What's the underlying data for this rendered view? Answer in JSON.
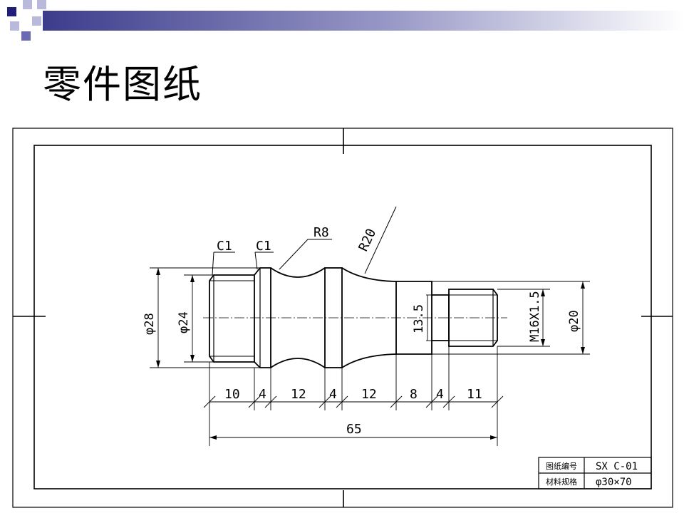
{
  "slide": {
    "title": "零件图纸"
  },
  "drawing": {
    "chamfer_left": "C1",
    "chamfer_right": "C1",
    "radius_small": "R8",
    "radius_large": "R20",
    "dia_outer": "φ28",
    "dia_thread_left": "φ24",
    "dia_neck": "13.5",
    "thread_spec": "M16X1.5",
    "dia_right": "φ20",
    "segments": [
      "10",
      "4",
      "12",
      "4",
      "12",
      "8",
      "4",
      "11"
    ],
    "total_length": "65"
  },
  "title_block": {
    "drawing_no_label": "图纸编号",
    "drawing_no_value": "SX C-01",
    "material_label": "材料规格",
    "material_value": "φ30×70"
  },
  "colors": {
    "deco_navy": "#1f1f7a",
    "deco_blue": "#6a6ab4",
    "deco_light": "#b9b9dc",
    "line": "#000000"
  }
}
